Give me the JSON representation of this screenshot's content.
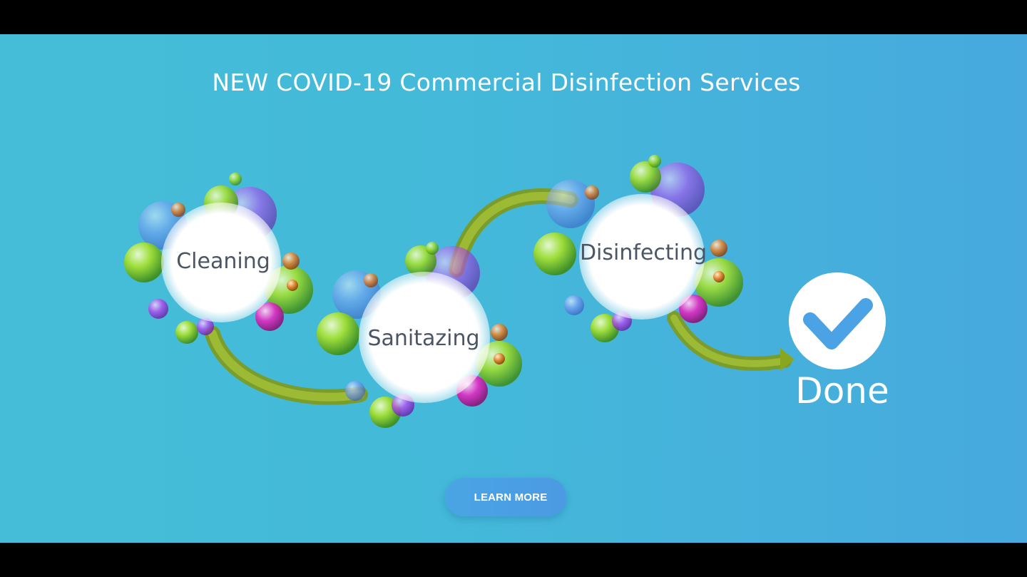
{
  "hero": {
    "title": "NEW COVID-19 Commercial Disinfection Services"
  },
  "steps": [
    {
      "label": "Cleaning"
    },
    {
      "label": "Sanitazing"
    },
    {
      "label": "Disinfecting"
    }
  ],
  "done": {
    "label": "Done",
    "icon": "checkmark-icon"
  },
  "cta": {
    "label": "LEARN MORE"
  },
  "colors": {
    "background_start": "#45bdd8",
    "background_end": "#47a9de",
    "arrow": "#8aa61f",
    "step_text": "#4a5566",
    "check": "#4ba3e6",
    "button": "#4aa5e4"
  }
}
